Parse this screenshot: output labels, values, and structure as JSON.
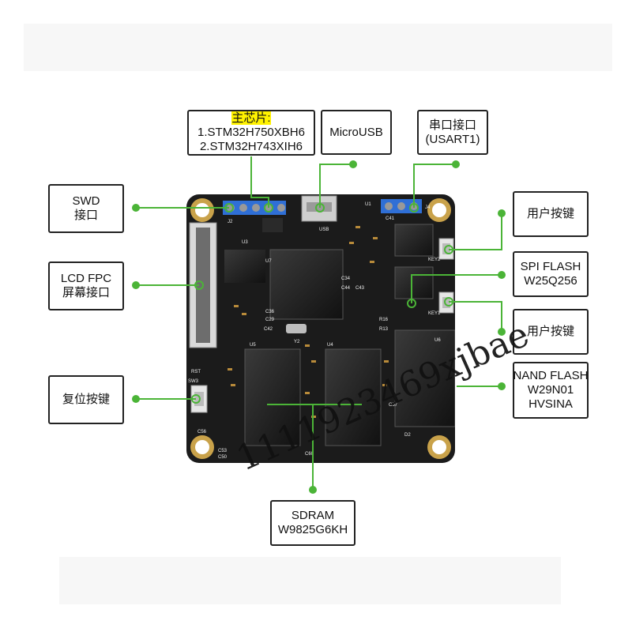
{
  "labels": {
    "main_chip": {
      "title": "主芯片:",
      "line1": "1.STM32H750XBH6",
      "line2": "2.STM32H743XIH6"
    },
    "microusb": {
      "line1": "MicroUSB"
    },
    "uart": {
      "line1": "串口接口",
      "line2": "(USART1)"
    },
    "swd": {
      "line1": "SWD",
      "line2": "接口"
    },
    "lcd_fpc": {
      "line1": "LCD FPC",
      "line2": "屏幕接口"
    },
    "reset": {
      "line1": "复位按键"
    },
    "user_key_top": {
      "line1": "用户按键"
    },
    "spi_flash": {
      "line1": "SPI FLASH",
      "line2": "W25Q256"
    },
    "user_key_bottom": {
      "line1": "用户按键"
    },
    "nand_flash": {
      "line1": "NAND FLASH",
      "line2": "W29N01",
      "line3": "HVSINA"
    },
    "sdram": {
      "line1": "SDRAM",
      "line2": "W9825G6KH"
    }
  },
  "board": {
    "silkscreen": {
      "usb": "USB",
      "j2": "J2",
      "j4": "J4",
      "u1": "U1",
      "u3": "U3",
      "u4": "U4",
      "u5": "U5",
      "u6": "U6",
      "u7": "U7",
      "y2": "Y2",
      "rst": "RST",
      "sw3": "SW3",
      "key1": "KEY1",
      "key2": "KEY2",
      "c41": "C41",
      "c36": "C36",
      "c29": "C29",
      "c42": "C42",
      "c34": "C34",
      "c43": "C43",
      "c44": "C44",
      "c50": "C50",
      "c53": "C53",
      "c56": "C56",
      "c60": "C60",
      "c57": "C57",
      "d2": "D2",
      "r13": "R13",
      "r16": "R16"
    }
  },
  "watermark": {
    "text": "1111923469xjbae"
  },
  "colors": {
    "accent_green": "#4bb437",
    "board": "#1b1b1b",
    "gold": "#c9a24a",
    "header_blue": "#2f6fd6"
  }
}
